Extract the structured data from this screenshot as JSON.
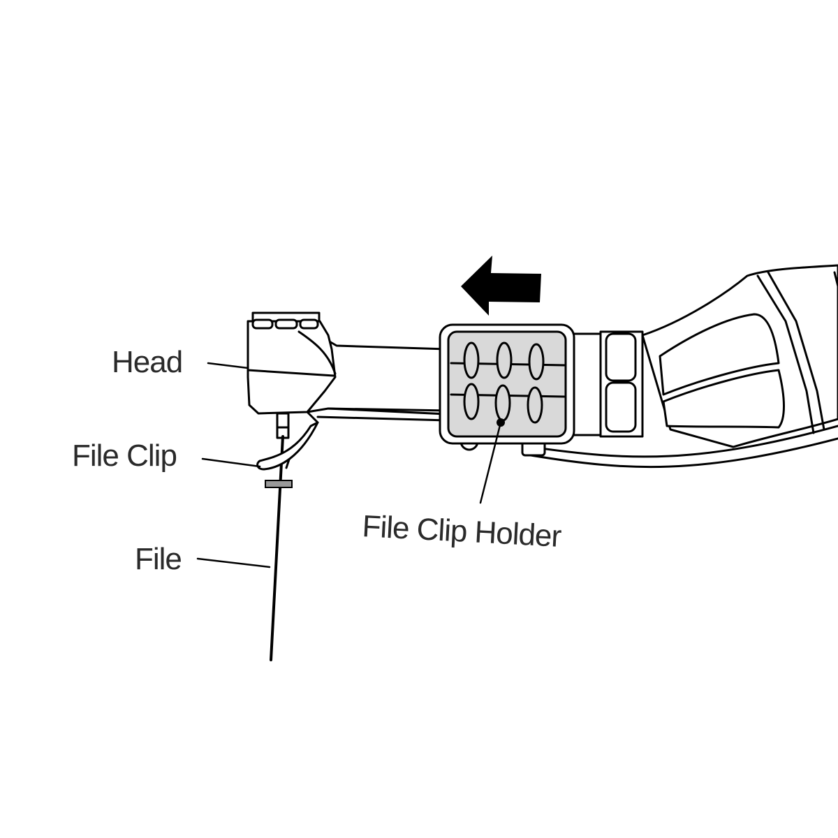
{
  "labels": {
    "head": "Head",
    "file_clip": "File Clip",
    "file": "File",
    "file_clip_holder": "File Clip Holder"
  },
  "arrow_direction": "left",
  "colors": {
    "line": "#000000",
    "holder_fill": "#d9d9d9",
    "label": "#2a2a2a"
  }
}
